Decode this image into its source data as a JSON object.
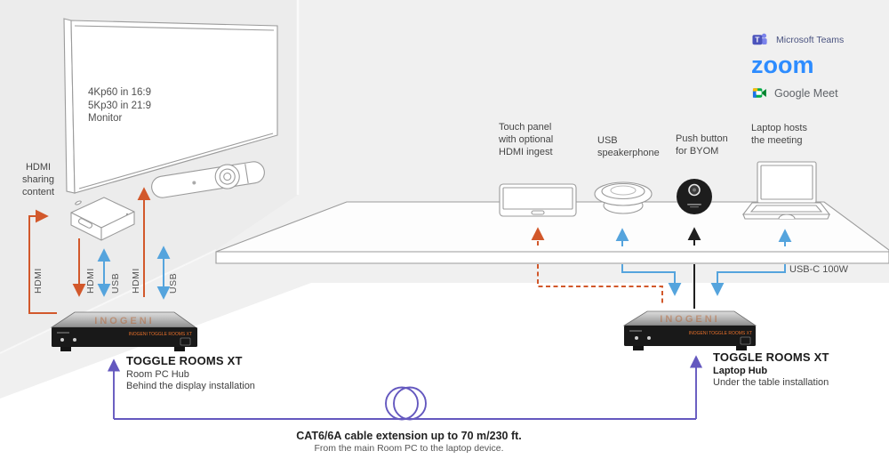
{
  "monitor": {
    "spec1": "4Kp60 in 16:9",
    "spec2": "5Kp30 in 21:9",
    "spec3": "Monitor"
  },
  "hdmi_sharing": {
    "l1": "HDMI",
    "l2": "sharing",
    "l3": "content"
  },
  "cable_labels": {
    "hdmi_wall": "HDMI",
    "hdmi_pc": "HDMI",
    "usb_pc": "USB",
    "hdmi_display": "HDMI",
    "usb_camera": "USB"
  },
  "table_items": {
    "touch_panel": {
      "l1": "Touch panel",
      "l2": "with optional",
      "l3": "HDMI ingest"
    },
    "speakerphone": {
      "l1": "USB",
      "l2": "speakerphone"
    },
    "push_button": {
      "l1": "Push button",
      "l2": "for BYOM"
    },
    "laptop": {
      "l1": "Laptop hosts",
      "l2": "the meeting"
    }
  },
  "platforms": {
    "teams": "Microsoft Teams",
    "teams_letter": "T",
    "zoom": "zoom",
    "meet": "Google Meet"
  },
  "power_label": "USB-C 100W",
  "hub_left": {
    "title": "TOGGLE ROOMS XT",
    "subtitle": "Room PC Hub",
    "note": "Behind the display installation"
  },
  "hub_right": {
    "title": "TOGGLE ROOMS XT",
    "subtitle": "Laptop Hub",
    "note": "Under the table installation"
  },
  "cable_note": {
    "title": "CAT6/6A cable extension up to 70 m/230 ft.",
    "subtitle": "From the main Room PC to the laptop device."
  },
  "brand": {
    "name": "INOGENI",
    "front_label": "INOGENI  TOGGLE ROOMS XT"
  },
  "colors": {
    "orange": "#d2582b",
    "blue": "#55a4dd",
    "black": "#1f1f1f",
    "purple": "#6458bf",
    "wall": "#f0f0f0",
    "teams_purple": "#4B53BC",
    "zoom_blue": "#2D8CFF",
    "meet_green": "#00ac47"
  }
}
